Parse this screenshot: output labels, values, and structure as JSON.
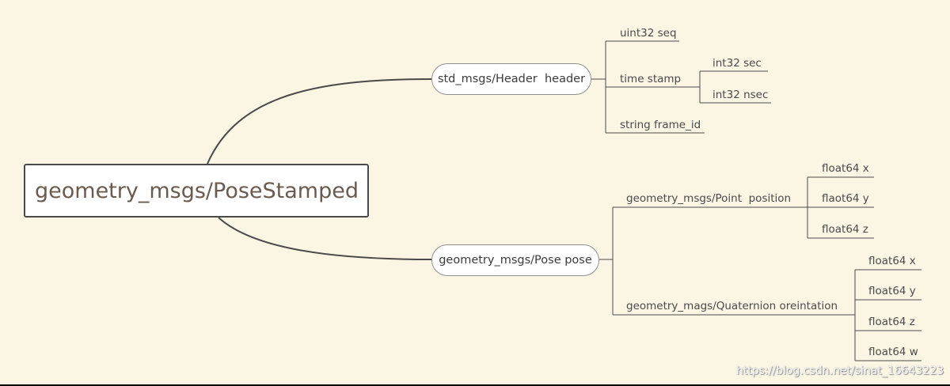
{
  "root": {
    "label": "geometry_msgs/PoseStamped"
  },
  "header_branch": {
    "label": "std_msgs/Header  header",
    "fields": {
      "seq": "uint32 seq",
      "stamp": "time stamp",
      "frame_id": "string frame_id"
    },
    "stamp_fields": {
      "sec": "int32 sec",
      "nsec": "int32 nsec"
    }
  },
  "pose_branch": {
    "label": "geometry_msgs/Pose pose",
    "position": {
      "label": "geometry_msgs/Point  position",
      "fields": [
        "float64 x",
        "flaot64 y",
        "float64 z"
      ]
    },
    "orientation": {
      "label": "geometry_mags/Quaternion oreintation",
      "fields": [
        "float64 x",
        "float64 y",
        "float64 z",
        "float64 w"
      ]
    }
  },
  "watermark": "https://blog.csdn.net/sinat_16643223",
  "colors": {
    "background": "#fbf5e4",
    "line": "#4a4a4a",
    "root_text": "#6b5a4e"
  }
}
